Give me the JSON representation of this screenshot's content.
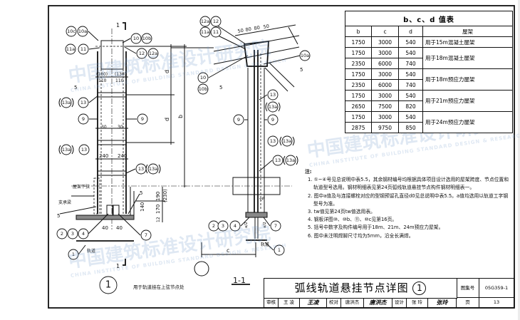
{
  "table": {
    "title": "b、c、d 值表",
    "headers": [
      "b",
      "c",
      "d",
      "屋架"
    ],
    "rows": [
      [
        "1750",
        "3000",
        "540"
      ],
      [
        "1750",
        "3000",
        "540"
      ],
      [
        "2350",
        "6000",
        "740"
      ],
      [
        "1750",
        "3000",
        "540"
      ],
      [
        "2350",
        "6000",
        "740"
      ],
      [
        "1750",
        "3000",
        "540"
      ],
      [
        "2650",
        "7500",
        "820"
      ],
      [
        "1750",
        "3000",
        "540"
      ],
      [
        "2875",
        "9750",
        "850"
      ]
    ],
    "groups": [
      "用于15m混凝土屋架",
      "用于18m混凝土屋架",
      "用于18m预应力屋架",
      "用于21m预应力屋架",
      "用于24m预应力屋架"
    ]
  },
  "notes": {
    "heading": "注:",
    "items": [
      "1. ①~④号见总说明中表5.5，其余钢材编号均根据具体项目设计选用的屋架跨度、节点位置和轨道型号选用。钢材明细表见第24页弧线轨道悬挂节点构件钢材明细表一。",
      "2. 图中a值及与连接螺栓对应的型钢预留孔直径d0见总说明中表5.5。a值均选用以轨道工字钢型号为准。",
      "3. tw值见第24页tw值选用表。",
      "4. 钢板详图⑩、⑩b、⑪、⑩c见第16页。",
      "5. 括号中数字及构件编号用于18m、21m、24m预应力屋架。",
      "6. 图中未注明焊脚尺寸均为5mm，沿全长满焊。"
    ]
  },
  "detail": {
    "callouts": [
      "10c",
      "10a",
      "10",
      "10b",
      "11a",
      "11",
      "12",
      "12a",
      "13a",
      "13",
      "9",
      "9",
      "13a",
      "13",
      "13",
      "13a",
      "2",
      "3",
      "4",
      "7",
      "1"
    ],
    "dims": [
      "(130)",
      "(130)",
      "110",
      "110",
      "30",
      "30",
      "240",
      "240",
      "190",
      "(230)",
      "170",
      "140",
      "12",
      "40",
      "40",
      "d",
      "d",
      "b"
    ],
    "weld": [
      "5",
      "5",
      "5"
    ],
    "labels": {
      "chord": "屋架下弦",
      "beam": "支承梁",
      "rail": "轨道"
    },
    "section_mark": "1",
    "caption_num": "1",
    "caption": "用于轨道挂在上弦节点处"
  },
  "section": {
    "callouts": [
      "12a",
      "12",
      "11a",
      "11",
      "10",
      "10b",
      "10a",
      "13",
      "13a",
      "9",
      "9",
      "13",
      "13a",
      "13",
      "13a",
      "2",
      "3",
      "4",
      "7",
      "1"
    ],
    "dims": [
      "50",
      "80",
      "80",
      "50",
      "a/2",
      "a/2",
      "c",
      "tw"
    ],
    "weld": [
      "5",
      "5"
    ],
    "rail_label": "轨道",
    "title": "1-1"
  },
  "title_block": {
    "title": "弧线轨道悬挂节点详图",
    "title_num": "1",
    "atlas_label": "图集号",
    "atlas_no": "05G359-1",
    "page_label": "页",
    "page_no": "13",
    "review_label": "审核",
    "reviewer": "王 凌",
    "reviewer_sig": "王凌",
    "check_label": "校对",
    "checker": "唐洪杰",
    "checker_sig": "唐洪杰",
    "design_label": "设计",
    "designer": "张 玲",
    "designer_sig": "张玲"
  },
  "watermark": {
    "cn": "中国建筑标准设计研究院",
    "en": "CHINA INSTITUTE OF BUILDING STANDARD DESIGN & RESEARCH"
  }
}
